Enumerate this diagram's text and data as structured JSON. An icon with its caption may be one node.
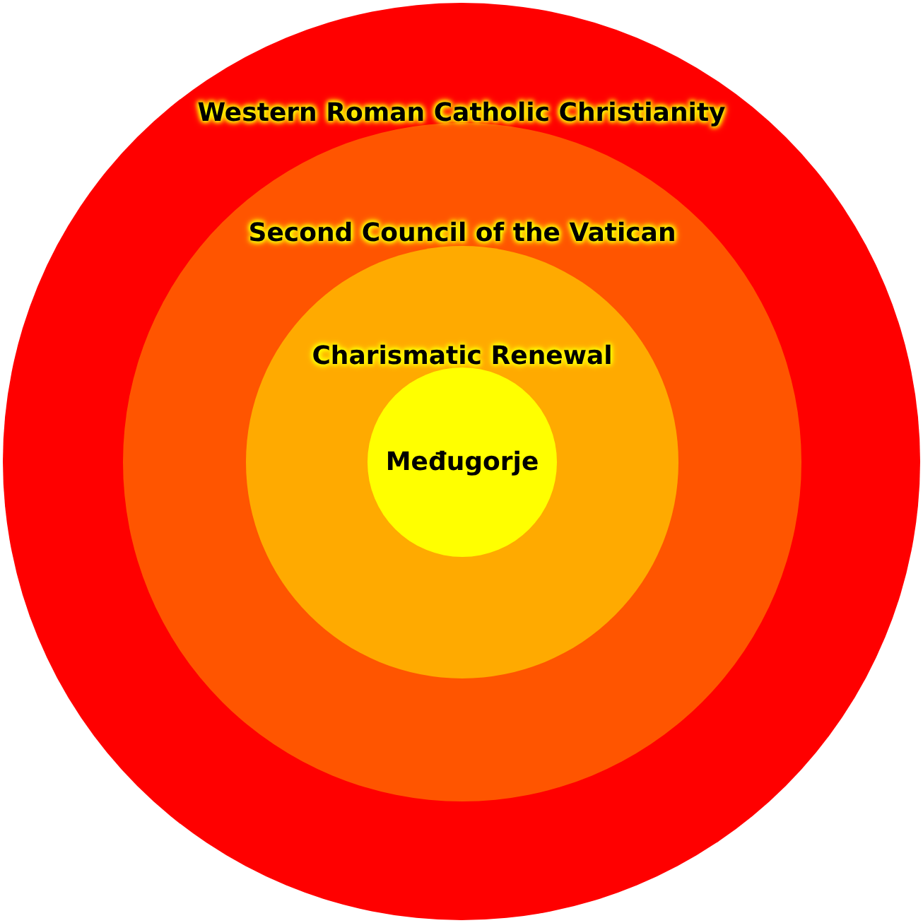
{
  "diagram": {
    "nodes": [
      {
        "text": [
          "Western Roman Catholic Christianity"
        ]
      },
      {
        "text": [
          "Second Council of the Vatican"
        ],
        "in": 0
      },
      {
        "text": [
          "Charismatic Renewal"
        ],
        "in": 1
      },
      {
        "text": [
          "Međugorje"
        ],
        "in": 2
      }
    ]
  }
}
